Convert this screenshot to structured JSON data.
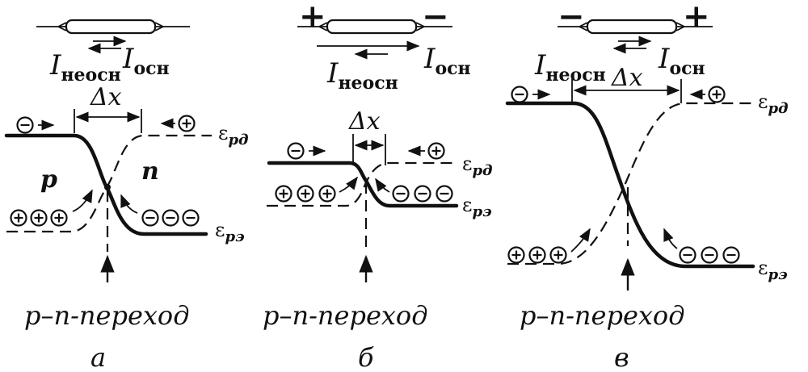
{
  "labels": {
    "i_main": "I",
    "i_main_sub": "осн",
    "i_minor": "I",
    "i_minor_sub": "неосн",
    "delta_x": "Δx",
    "level": "ε",
    "level_conduction_sub": "рд",
    "level_valence_sub": "рэ",
    "p_region": "p",
    "n_region": "n",
    "plus": "+",
    "minus": "−"
  },
  "captions": {
    "a": {
      "text": "p–n-переход",
      "letter": "а"
    },
    "b": {
      "text": "p–n-переход",
      "letter": "б"
    },
    "c": {
      "text": "p–n-переход",
      "letter": "в"
    }
  }
}
